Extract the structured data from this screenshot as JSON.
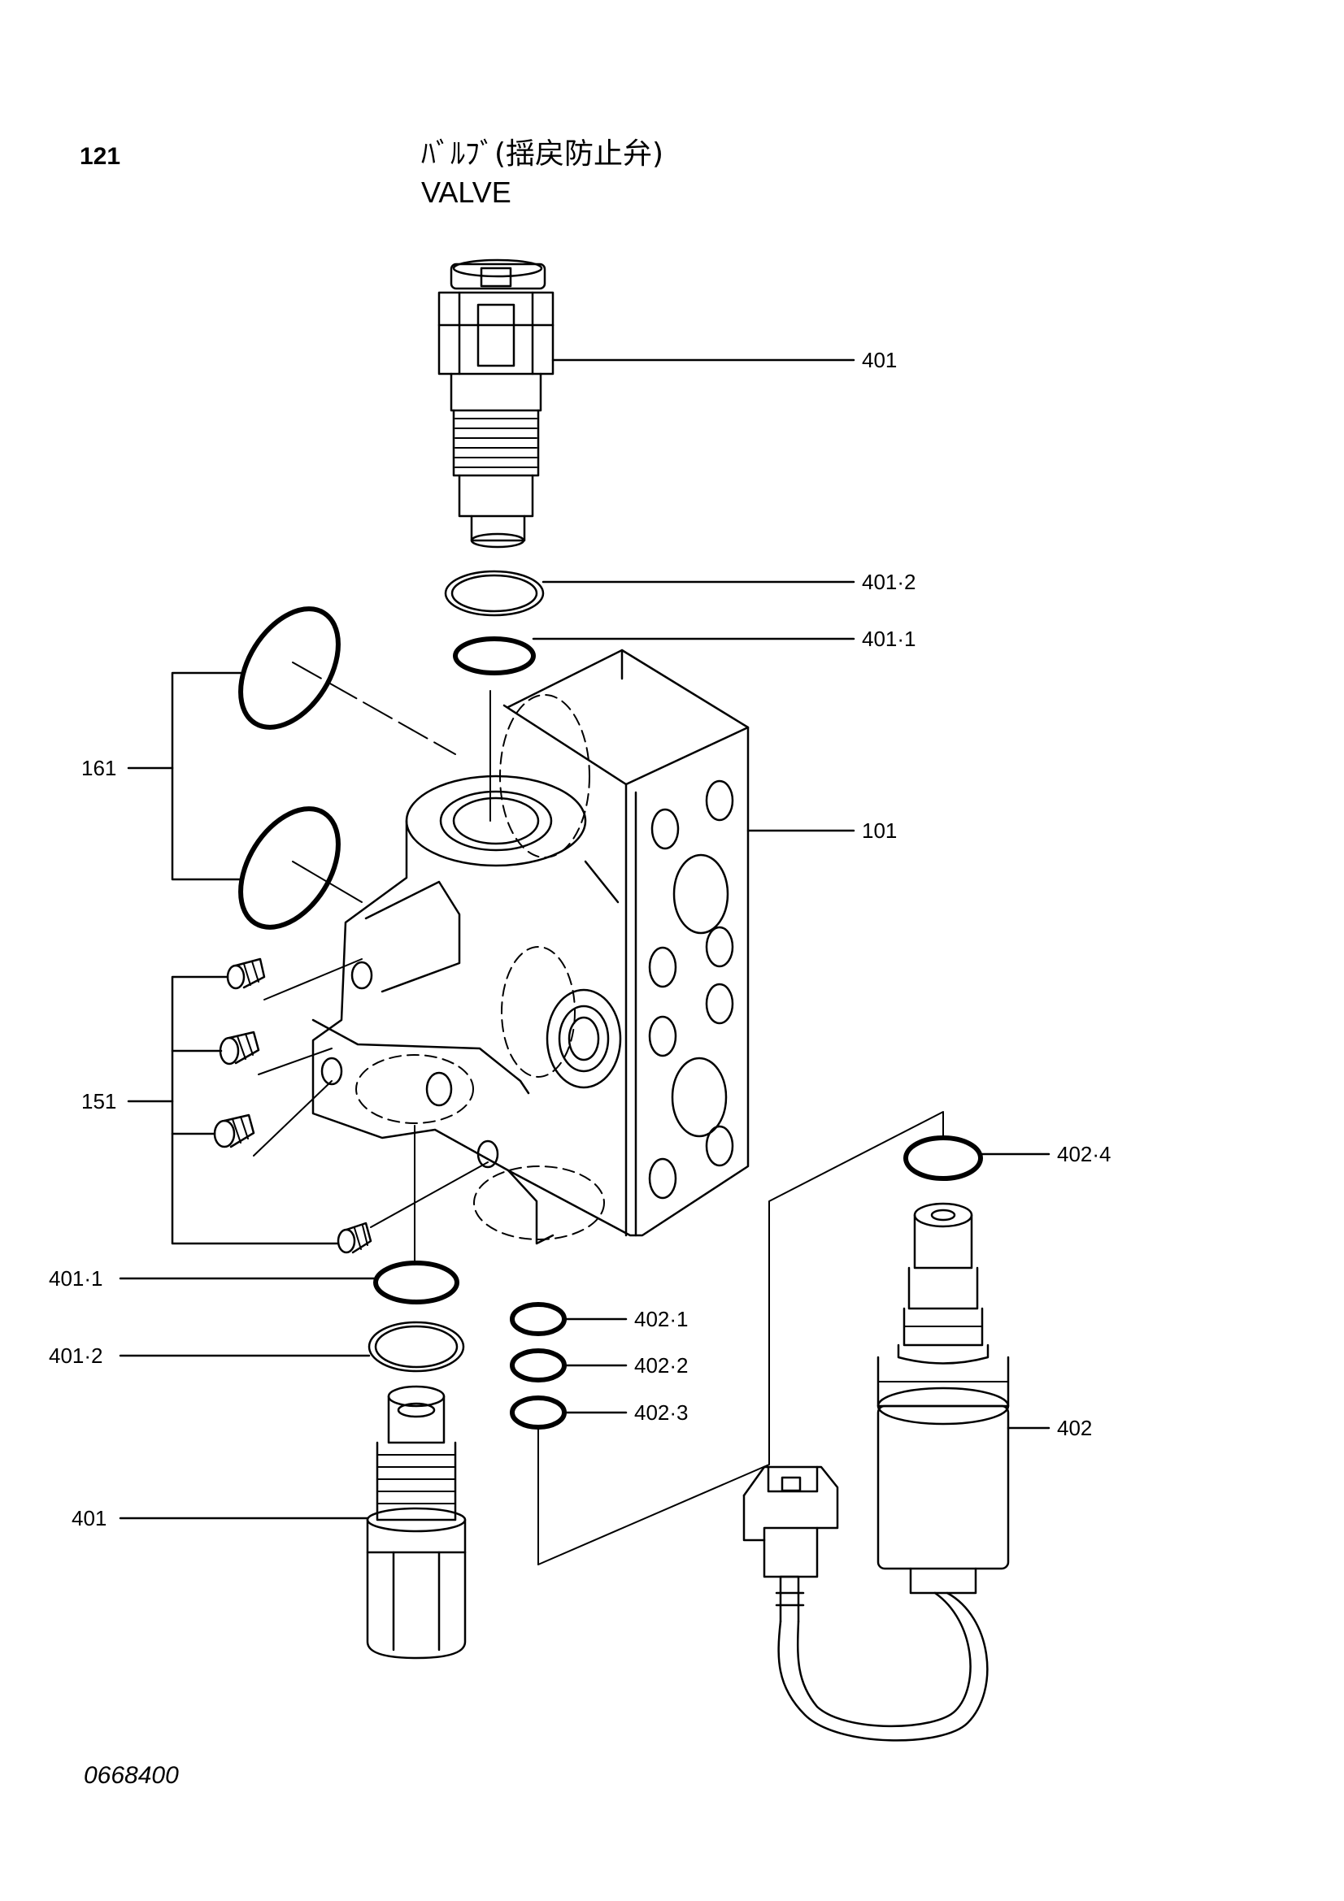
{
  "header": {
    "page_number": "121",
    "title_ja": "ﾊﾞﾙﾌﾞ(揺戻防止弁)",
    "title_en": "VALVE"
  },
  "callouts": {
    "c401_top": "401",
    "c401_2_top": "401·2",
    "c401_1_top": "401·1",
    "c161": "161",
    "c101": "101",
    "c151": "151",
    "c402_4": "402·4",
    "c401_1_bottom": "401·1",
    "c401_2_bottom": "401·2",
    "c402_1": "402·1",
    "c402_2": "402·2",
    "c402_3": "402·3",
    "c402": "402",
    "c401_bottom": "401"
  },
  "footer": {
    "doc_code": "0668400"
  }
}
